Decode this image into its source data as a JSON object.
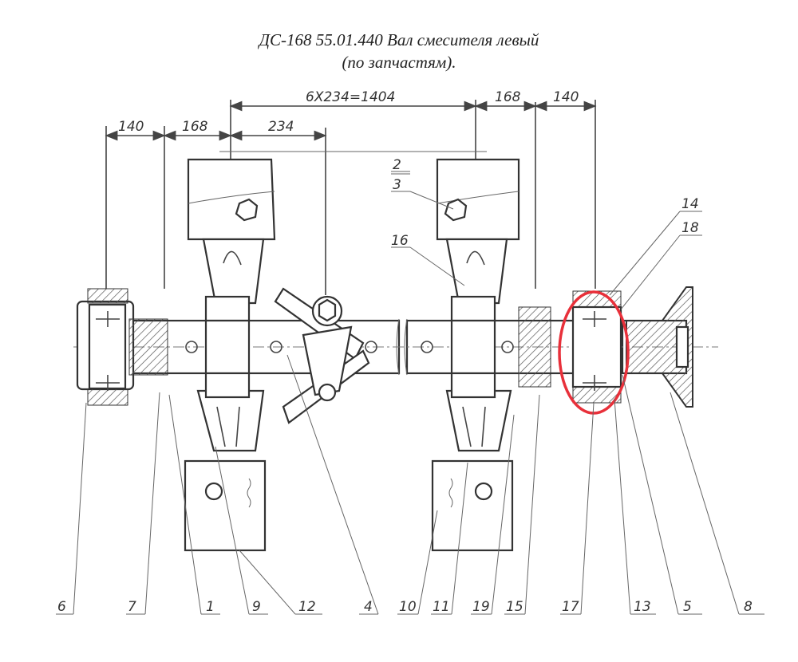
{
  "title": {
    "line1": "ДС-168 55.01.440 Вал смесителя левый",
    "line2": "(по запчастям)."
  },
  "dimensions": {
    "d_140_left": "140",
    "d_168_left": "168",
    "d_234": "234",
    "d_total": "6X234=1404",
    "d_168_right": "168",
    "d_140_right": "140"
  },
  "callouts": {
    "c2": "2",
    "c3": "3",
    "c16": "16",
    "c14": "14",
    "c18": "18"
  },
  "bottom_labels": [
    "6",
    "7",
    "1",
    "9",
    "12",
    "4",
    "10",
    "11",
    "19",
    "15",
    "17",
    "13",
    "5",
    "8"
  ],
  "colors": {
    "highlight": "#e8303a",
    "line": "#333333"
  }
}
